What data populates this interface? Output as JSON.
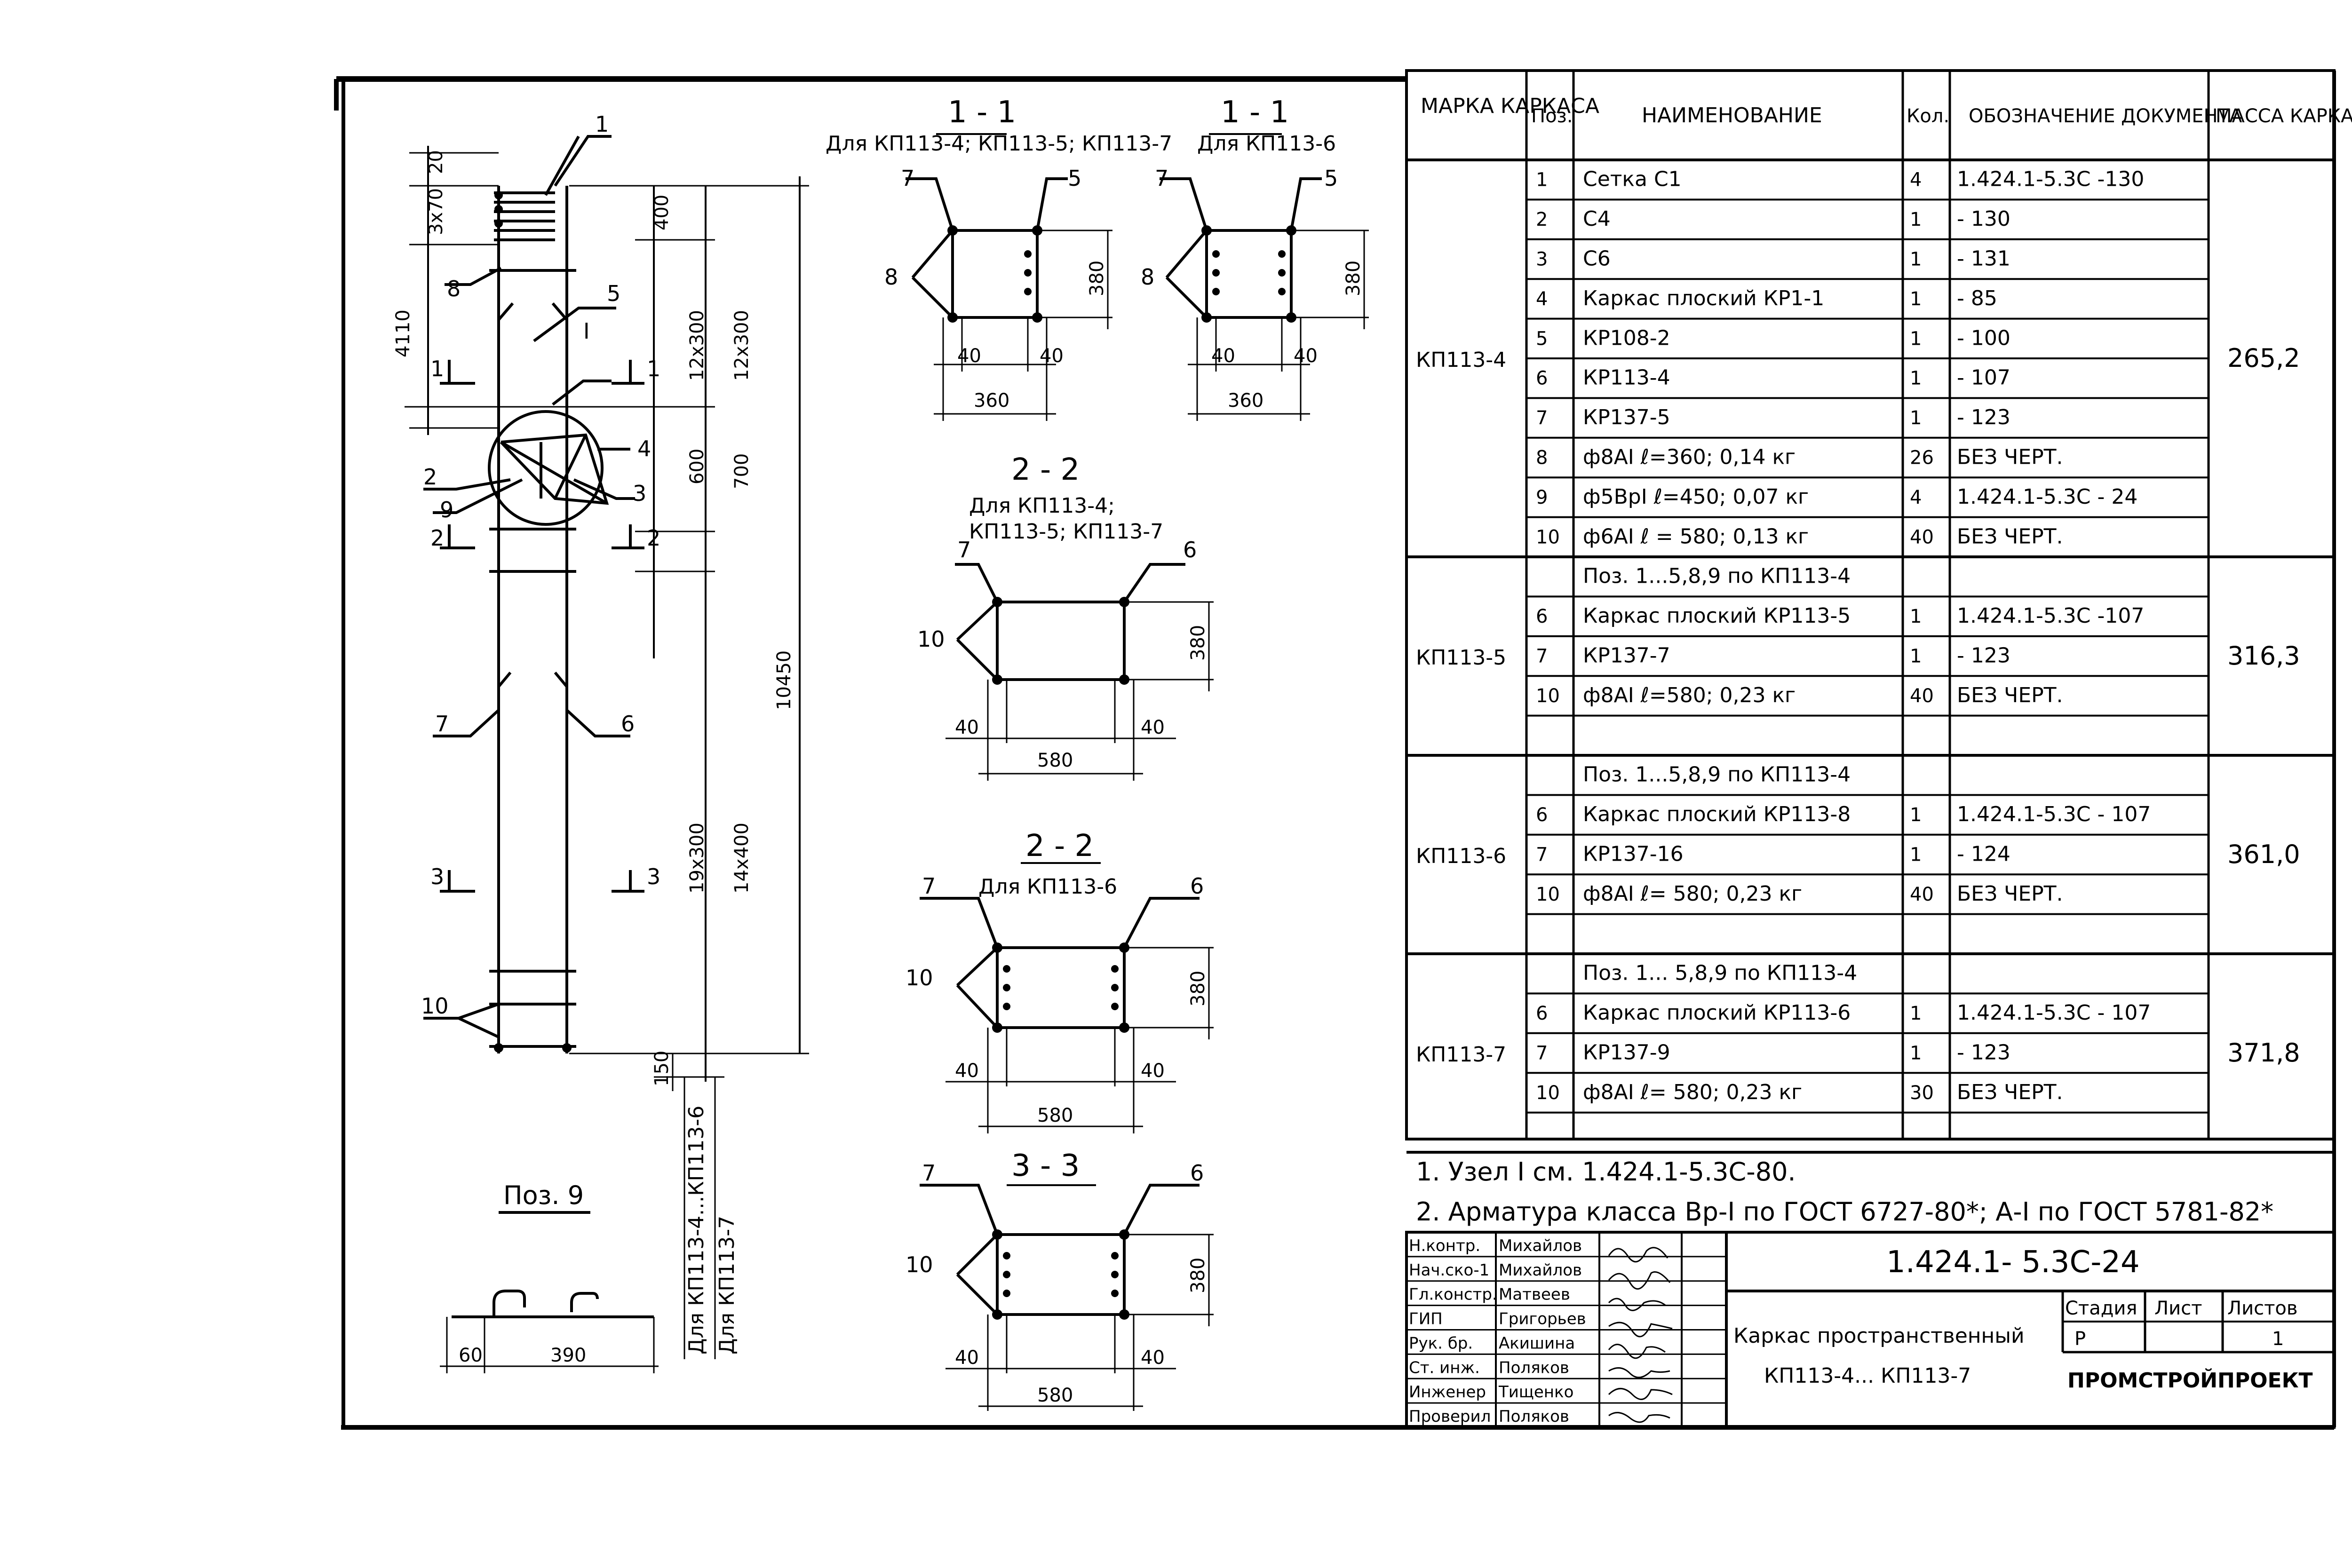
{
  "drawing": {
    "leader_numbers": [
      "1",
      "2",
      "3",
      "4",
      "5",
      "6",
      "7",
      "8",
      "9",
      "10"
    ],
    "node_label": "I",
    "dims": {
      "top": [
        "20",
        "3x70",
        "400",
        "4110"
      ],
      "right": [
        "12x300",
        "12x300",
        "600",
        "700",
        "10450",
        "19x300",
        "14x400",
        "150"
      ],
      "sec11": [
        "380",
        "40",
        "40",
        "360"
      ],
      "sec22": [
        "380",
        "40",
        "40",
        "580"
      ],
      "poz9": [
        "60",
        "390"
      ]
    },
    "cut_marks": [
      "1",
      "1",
      "2",
      "2",
      "3",
      "3"
    ],
    "vertical_notes": [
      "Для КП113-4...КП113-6",
      "Для КП113-7"
    ],
    "poz9_title": "Поз. 9",
    "sections": [
      {
        "title": "1 - 1",
        "sub": "Для КП113-4; КП113-5; КП113-7"
      },
      {
        "title": "1 - 1",
        "sub": "Для КП113-6"
      },
      {
        "title": "2 - 2",
        "sub": "Для  КП113-4;",
        "sub2": "КП113-5; КП113-7"
      },
      {
        "title": "2 - 2",
        "sub": "Для  КП113-6"
      },
      {
        "title": "3 - 3",
        "sub": ""
      }
    ]
  },
  "spec": {
    "headers": [
      "МАРКА КАРКАСА",
      "Поз.",
      "НАИМЕНОВАНИЕ",
      "Кол.",
      "ОБОЗНАЧЕНИЕ ДОКУМЕНТА",
      "МАССА КАРКАСА, КГ"
    ],
    "groups": [
      {
        "mark": "КП113-4",
        "mass": "265,2",
        "rows": [
          {
            "pos": "1",
            "name": "Сетка  С1",
            "qty": "4",
            "doc": "1.424.1-5.3С -130"
          },
          {
            "pos": "2",
            "name": "С4",
            "qty": "1",
            "doc": "- 130"
          },
          {
            "pos": "3",
            "name": "С6",
            "qty": "1",
            "doc": "- 131"
          },
          {
            "pos": "4",
            "name": "Каркас плоский КР1-1",
            "qty": "1",
            "doc": "- 85"
          },
          {
            "pos": "5",
            "name": "КР108-2",
            "qty": "1",
            "doc": "- 100"
          },
          {
            "pos": "6",
            "name": "КР113-4",
            "qty": "1",
            "doc": "- 107"
          },
          {
            "pos": "7",
            "name": "КР137-5",
            "qty": "1",
            "doc": "- 123"
          },
          {
            "pos": "8",
            "name": "ф8АI  ℓ=360;  0,14 кг",
            "qty": "26",
            "doc": "БЕЗ  ЧЕРТ."
          },
          {
            "pos": "9",
            "name": "ф5ВрI  ℓ=450;  0,07 кг",
            "qty": "4",
            "doc": "1.424.1-5.3С - 24"
          },
          {
            "pos": "10",
            "name": "ф6АI  ℓ = 580;  0,13 кг",
            "qty": "40",
            "doc": "БЕЗ  ЧЕРТ."
          }
        ]
      },
      {
        "mark": "КП113-5",
        "mass": "316,3",
        "rows": [
          {
            "pos": "",
            "name": "Поз. 1...5,8,9 по КП113-4",
            "qty": "",
            "doc": ""
          },
          {
            "pos": "6",
            "name": "Каркас плоский КР113-5",
            "qty": "1",
            "doc": "1.424.1-5.3С -107"
          },
          {
            "pos": "7",
            "name": "КР137-7",
            "qty": "1",
            "doc": "- 123"
          },
          {
            "pos": "10",
            "name": "ф8АI  ℓ=580;  0,23 кг",
            "qty": "40",
            "doc": "БЕЗ  ЧЕРТ."
          },
          {
            "pos": "",
            "name": "",
            "qty": "",
            "doc": ""
          }
        ]
      },
      {
        "mark": "КП113-6",
        "mass": "361,0",
        "rows": [
          {
            "pos": "",
            "name": "Поз. 1...5,8,9 по КП113-4",
            "qty": "",
            "doc": ""
          },
          {
            "pos": "6",
            "name": "Каркас плоский КР113-8",
            "qty": "1",
            "doc": "1.424.1-5.3С - 107"
          },
          {
            "pos": "7",
            "name": "КР137-16",
            "qty": "1",
            "doc": "- 124"
          },
          {
            "pos": "10",
            "name": "ф8АI  ℓ= 580;  0,23 кг",
            "qty": "40",
            "doc": "БЕЗ  ЧЕРТ."
          },
          {
            "pos": "",
            "name": "",
            "qty": "",
            "doc": ""
          }
        ]
      },
      {
        "mark": "КП113-7",
        "mass": "371,8",
        "rows": [
          {
            "pos": "",
            "name": "Поз. 1... 5,8,9 по КП113-4",
            "qty": "",
            "doc": ""
          },
          {
            "pos": "6",
            "name": "Каркас плоский КР113-6",
            "qty": "1",
            "doc": "1.424.1-5.3С - 107"
          },
          {
            "pos": "7",
            "name": "КР137-9",
            "qty": "1",
            "doc": "- 123"
          },
          {
            "pos": "10",
            "name": "ф8АI  ℓ= 580;  0,23 кг",
            "qty": "30",
            "doc": "БЕЗ  ЧЕРТ."
          },
          {
            "pos": "",
            "name": "",
            "qty": "",
            "doc": ""
          }
        ]
      }
    ]
  },
  "notes": [
    "1. Узел I  см. 1.424.1-5.3С-80.",
    "2. Арматура  класса  Вр-I  по ГОСТ 6727-80*;  А-I  по ГОСТ 5781-82*"
  ],
  "title_block": {
    "people": [
      {
        "role": "Н.контр.",
        "name": "Михайлов"
      },
      {
        "role": "Нач.ско-1",
        "name": "Михайлов"
      },
      {
        "role": "Гл.констр.",
        "name": "Матвеев"
      },
      {
        "role": "ГИП",
        "name": "Григорьев"
      },
      {
        "role": "Рук. бр.",
        "name": "Акишина"
      },
      {
        "role": "Ст. инж.",
        "name": "Поляков"
      },
      {
        "role": "Инженер",
        "name": "Тищенко"
      },
      {
        "role": "Проверил",
        "name": "Поляков"
      }
    ],
    "code": "1.424.1- 5.3С-24",
    "title_line1": "Каркас пространственный",
    "title_line2": "КП113-4...  КП113-7",
    "stage_label": "Стадия",
    "sheet_label": "Лист",
    "sheets_label": "Листов",
    "stage": "Р",
    "sheets": "1",
    "org": "ПРОМСТРОЙПРОЕКТ"
  }
}
